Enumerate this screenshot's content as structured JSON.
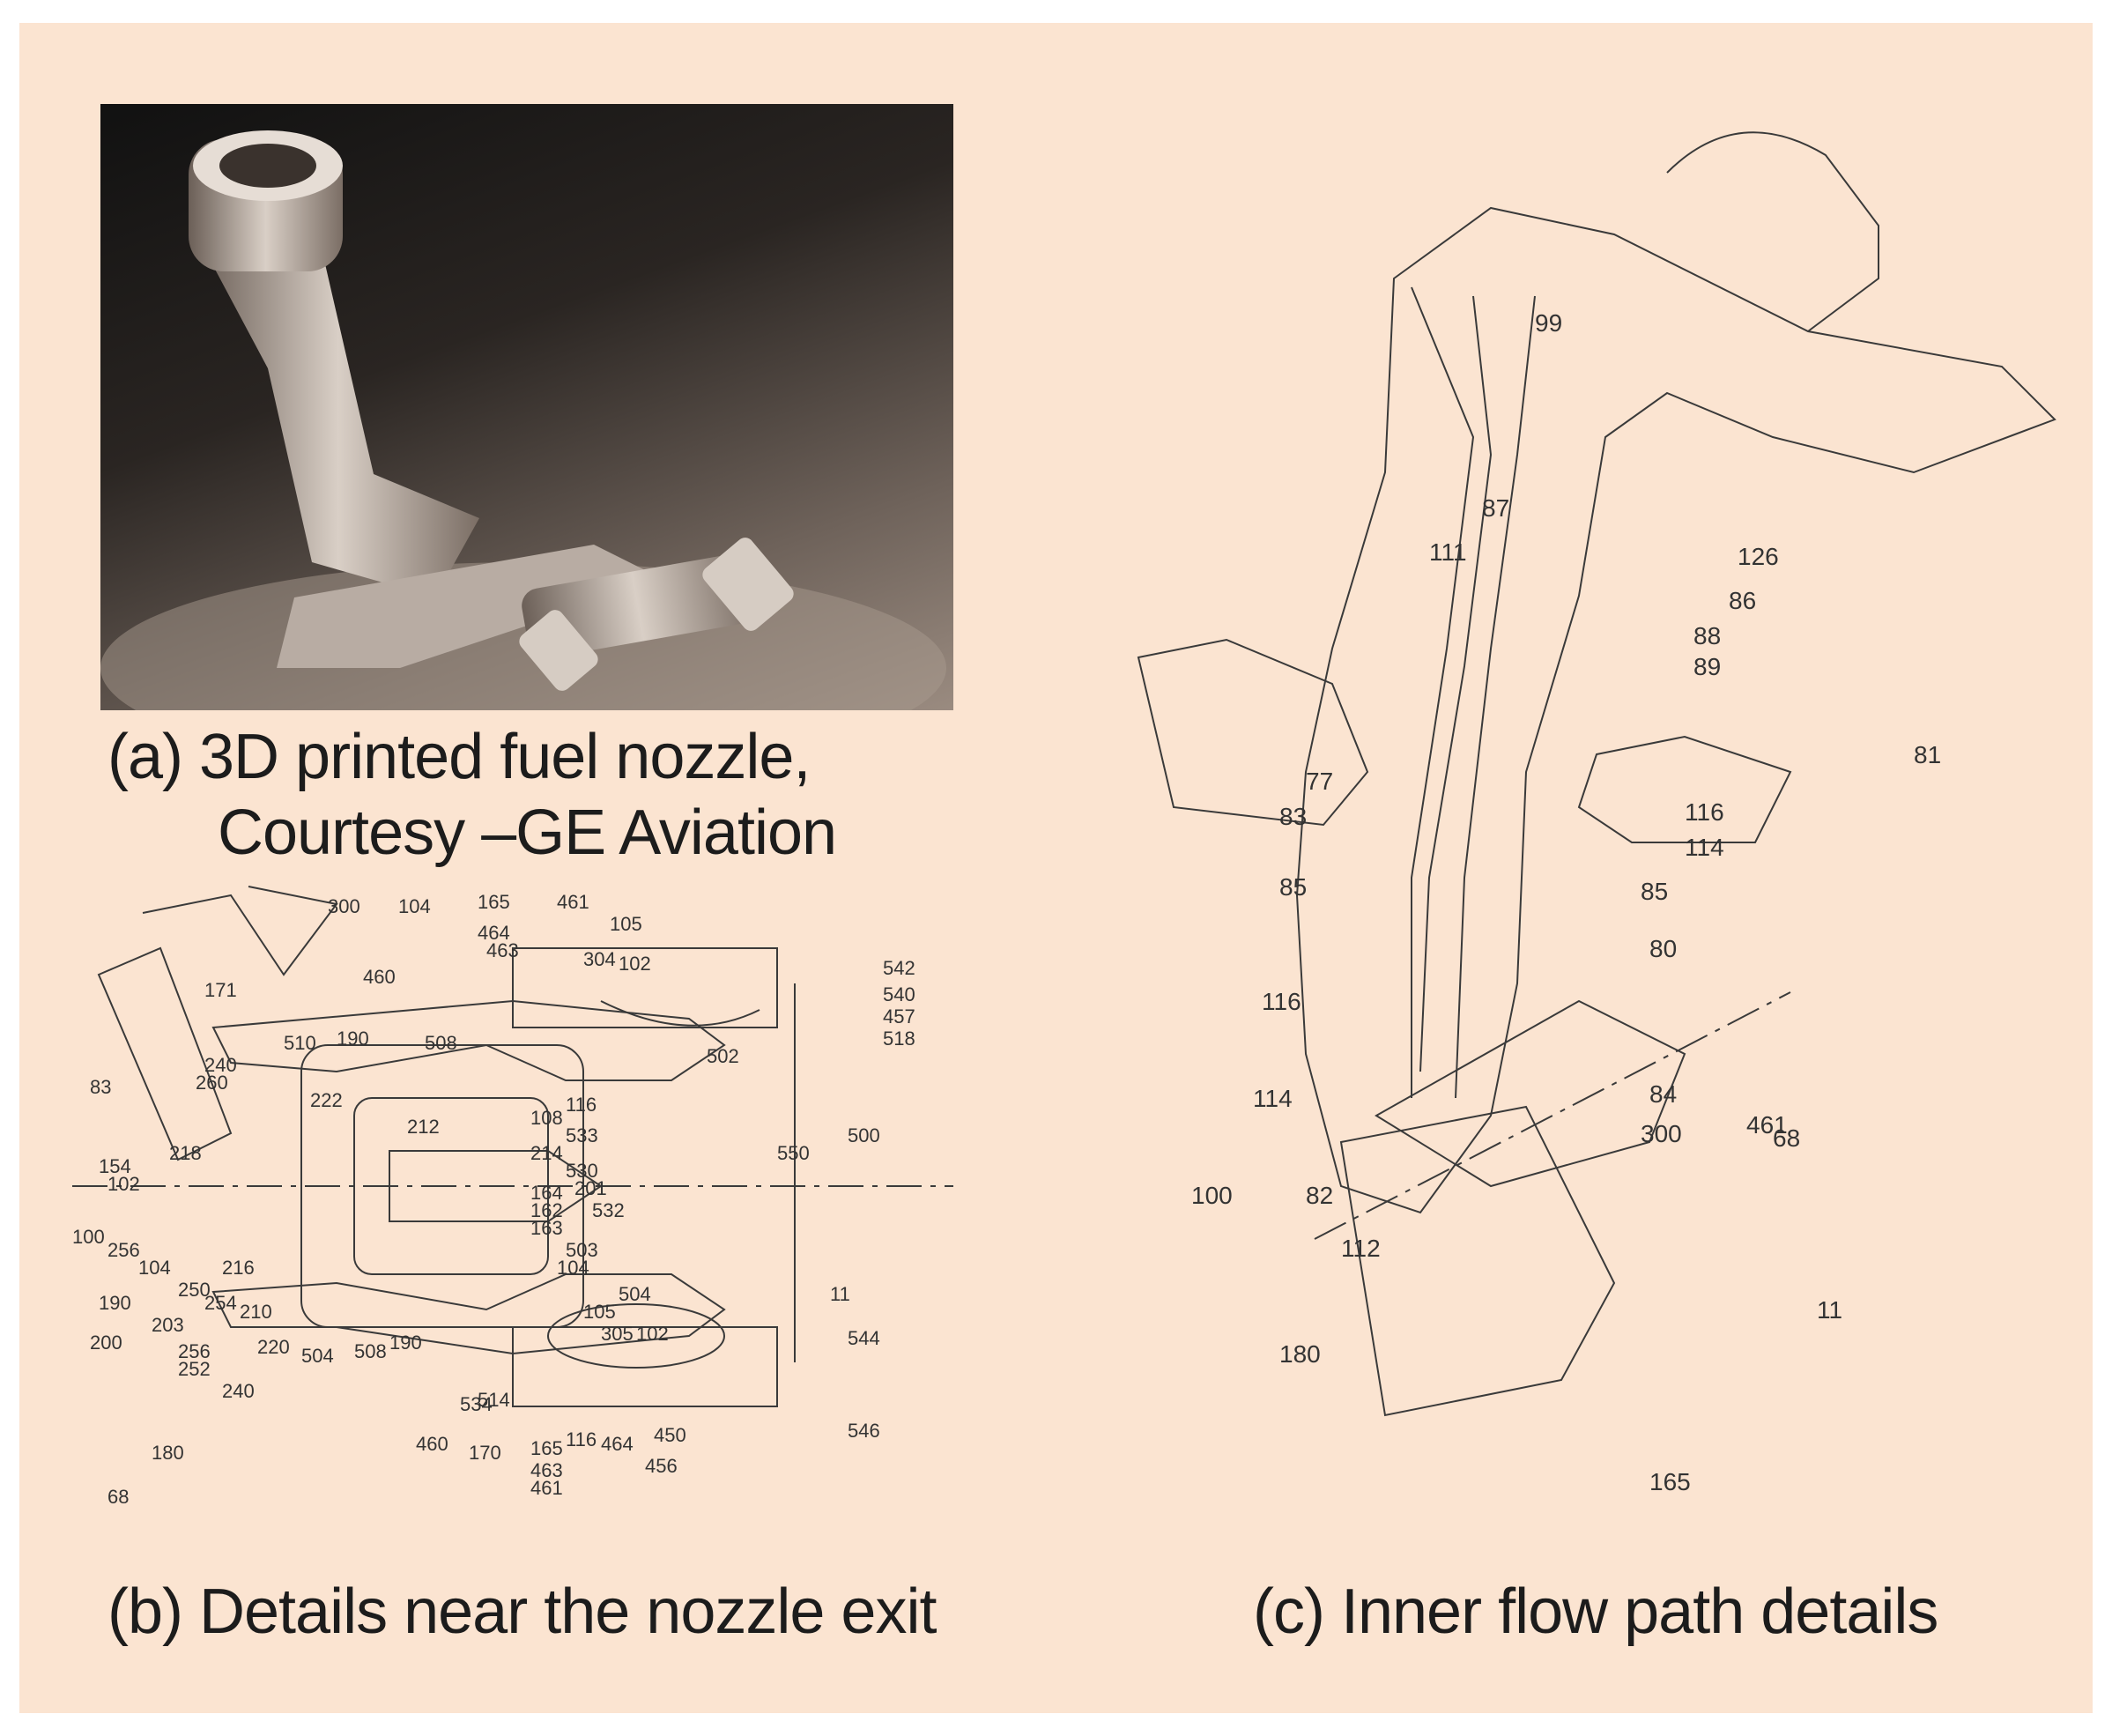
{
  "panels": {
    "a": {
      "caption_line1": "(a)  3D printed fuel nozzle,",
      "caption_line2": "Courtesy –GE Aviation"
    },
    "b": {
      "caption": "(b) Details near the nozzle exit"
    },
    "c": {
      "caption": "(c) Inner flow path details"
    }
  },
  "colors": {
    "background": "#fbe4d1",
    "line": "#3a3a3a"
  },
  "labels_b": [
    "300",
    "104",
    "165",
    "461",
    "105",
    "464",
    "463",
    "304",
    "102",
    "542",
    "540",
    "457",
    "518",
    "460",
    "171",
    "510",
    "190",
    "508",
    "502",
    "240",
    "260",
    "222",
    "116",
    "83",
    "212",
    "108",
    "533",
    "214",
    "530",
    "550",
    "500",
    "154",
    "218",
    "201",
    "102",
    "164",
    "162",
    "163",
    "100",
    "532",
    "256",
    "104",
    "216",
    "503",
    "104",
    "504",
    "11",
    "190",
    "250",
    "254",
    "210",
    "105",
    "305",
    "102",
    "200",
    "203",
    "256",
    "220",
    "504",
    "508",
    "190",
    "252",
    "544",
    "240",
    "514",
    "534",
    "180",
    "116",
    "464",
    "450",
    "546",
    "68",
    "460",
    "170",
    "165",
    "463",
    "461",
    "456"
  ],
  "labels_c": [
    "99",
    "87",
    "111",
    "126",
    "86",
    "88",
    "89",
    "81",
    "77",
    "83",
    "116",
    "114",
    "85",
    "85",
    "80",
    "116",
    "84",
    "461",
    "68",
    "114",
    "300",
    "100",
    "82",
    "112",
    "11",
    "180",
    "165"
  ]
}
